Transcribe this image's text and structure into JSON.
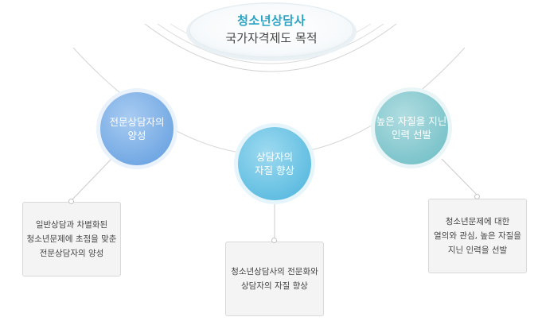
{
  "title": {
    "line1": "청소년상담사",
    "line2": "국가자격제도 목적"
  },
  "goals": [
    {
      "circle": [
        "전문상담자의",
        "양성"
      ],
      "detail": [
        "일반상담과 차별화된",
        "청소년문제에 초점을 맞춘",
        "전문상담자의 양성"
      ],
      "color": "#7fb0e6"
    },
    {
      "circle": [
        "상담자의",
        "자질 향상"
      ],
      "detail": [
        "청소년상담사의 전문화와",
        "상담자의 자질 향상"
      ],
      "color": "#6cc2e3"
    },
    {
      "circle": [
        "높은 자질을 지닌",
        "인력 선발"
      ],
      "detail": [
        "청소년문제에 대한",
        "열의와 관심, 높은 자질을",
        "지닌 인력을 선발"
      ],
      "color": "#84c9cf"
    }
  ]
}
